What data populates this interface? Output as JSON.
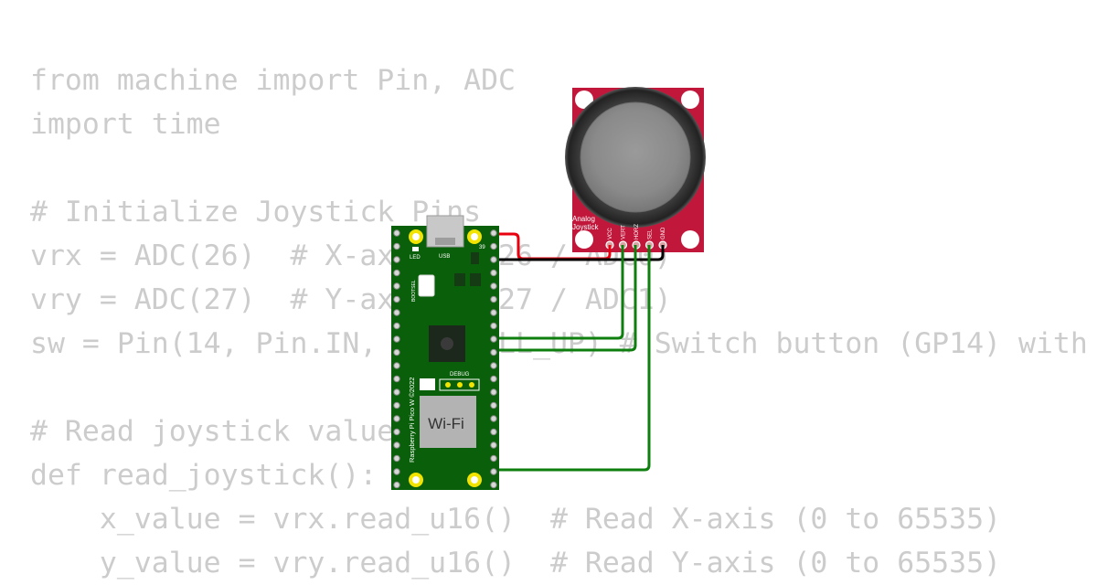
{
  "code_lines": [
    "from machine import Pin, ADC",
    "import time",
    "",
    "# Initialize Joystick Pins",
    "vrx = ADC(26)  # X-axis (GP26 / ADC0)",
    "vry = ADC(27)  # Y-axis (GP27 / ADC1)",
    "sw = Pin(14, Pin.IN, Pin.PULL_UP) # Switch button (GP14) with",
    "",
    "# Read joystick values",
    "def read_joystick():",
    "    x_value = vrx.read_u16()  # Read X-axis (0 to 65535)",
    "    y_value = vry.read_u16()  # Read Y-axis (0 to 65535)"
  ],
  "pico": {
    "wifi_label": "Wi-Fi",
    "model_label": "Raspberry Pi Pico W ©2022",
    "led_label": "LED",
    "usb_label": "USB",
    "bootsel_label": "BOOTSEL",
    "debug_label": "DEBUG",
    "pin_label": "39",
    "color": "#0a5f0a"
  },
  "joystick": {
    "label_line1": "Analog",
    "label_line2": "Joystick",
    "pins": [
      "VCC",
      "VERT",
      "HORZ",
      "SEL",
      "GND"
    ],
    "color": "#c0173b"
  },
  "wire_colors": {
    "vcc": "#e8000f",
    "gnd": "#000000",
    "signal": "#0e7f0e"
  }
}
